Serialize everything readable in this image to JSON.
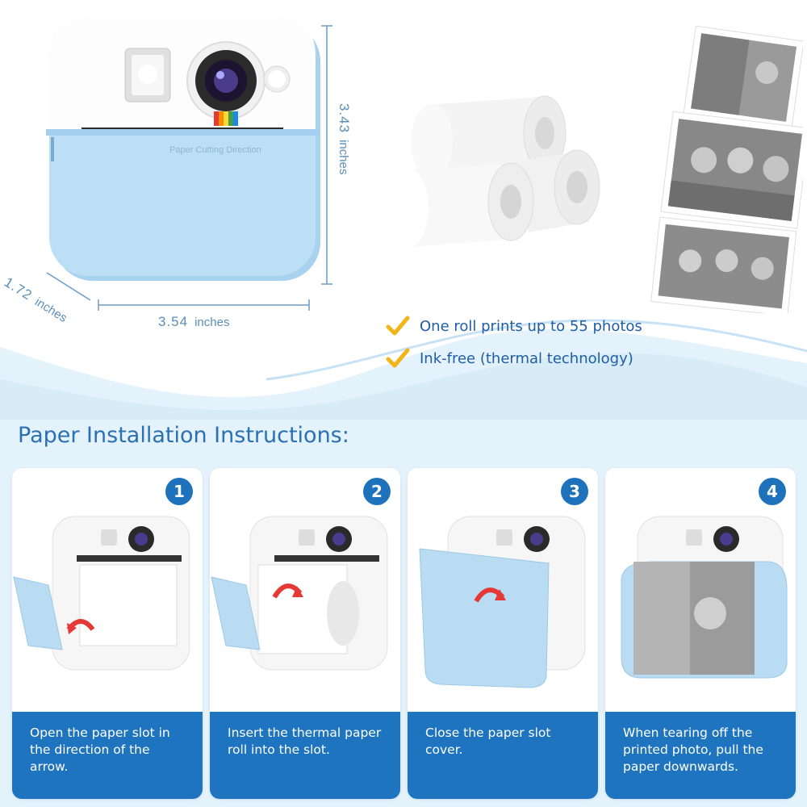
{
  "dimensions": {
    "width": {
      "value": "3.54",
      "unit": "inches"
    },
    "height": {
      "value": "3.43",
      "unit": "inches"
    },
    "depth": {
      "value": "1.72",
      "unit": "inches"
    }
  },
  "features": [
    {
      "text": "One roll prints up to 55 photos",
      "icon": "check-icon"
    },
    {
      "text": "Ink-free (thermal technology)",
      "icon": "check-icon"
    }
  ],
  "camera_label": "Paper Cutting Direction",
  "section_title": "Paper Installation Instructions:",
  "steps": [
    {
      "number": "1",
      "caption": "Open the paper slot in the direction of the arrow."
    },
    {
      "number": "2",
      "caption": "Insert the thermal paper roll into the slot."
    },
    {
      "number": "3",
      "caption": "Close the paper slot cover."
    },
    {
      "number": "4",
      "caption": "When tearing off the printed photo, pull the paper downwards."
    }
  ],
  "colors": {
    "accent": "#1f74c0",
    "title": "#2a70b3",
    "camera_blue": "#b9dcf3",
    "check": "#f2b418"
  }
}
